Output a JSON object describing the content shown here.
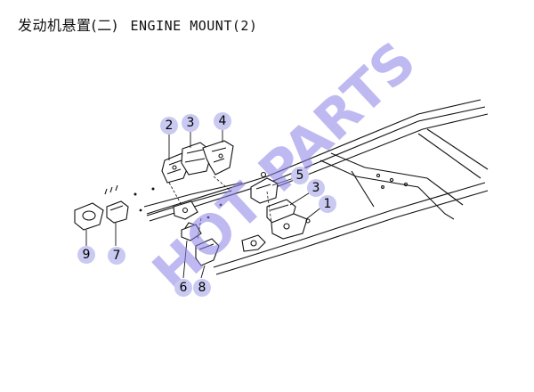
{
  "title": {
    "cn": "发动机悬置(二)",
    "en": "ENGINE MOUNT(2)"
  },
  "watermark": "HOT PARTS",
  "colors": {
    "callout_fill": "#c9c9f2",
    "watermark": "#8a7fe8",
    "line": "#111111"
  },
  "callouts": [
    {
      "id": "c2",
      "label": "2"
    },
    {
      "id": "c3a",
      "label": "3"
    },
    {
      "id": "c4",
      "label": "4"
    },
    {
      "id": "c5",
      "label": "5"
    },
    {
      "id": "c3b",
      "label": "3"
    },
    {
      "id": "c1",
      "label": "1"
    },
    {
      "id": "c9",
      "label": "9"
    },
    {
      "id": "c7",
      "label": "7"
    },
    {
      "id": "c6",
      "label": "6"
    },
    {
      "id": "c8",
      "label": "8"
    }
  ]
}
